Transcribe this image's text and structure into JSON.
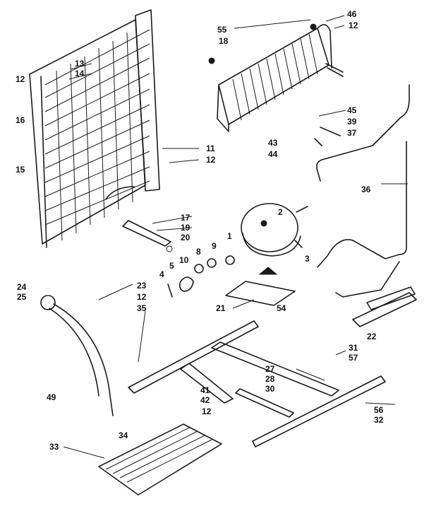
{
  "callouts": [
    {
      "id": "c55",
      "text": "55"
    },
    {
      "id": "c18",
      "text": "18"
    },
    {
      "id": "c46",
      "text": "46"
    },
    {
      "id": "c12a",
      "text": "12"
    },
    {
      "id": "c13",
      "text": "13"
    },
    {
      "id": "c14",
      "text": "14"
    },
    {
      "id": "c12b",
      "text": "12"
    },
    {
      "id": "c16",
      "text": "16"
    },
    {
      "id": "c15",
      "text": "15"
    },
    {
      "id": "c11",
      "text": "11"
    },
    {
      "id": "c12c",
      "text": "12"
    },
    {
      "id": "c45",
      "text": "45"
    },
    {
      "id": "c39",
      "text": "39"
    },
    {
      "id": "c37",
      "text": "37"
    },
    {
      "id": "c43",
      "text": "43"
    },
    {
      "id": "c44",
      "text": "44"
    },
    {
      "id": "c36",
      "text": "36"
    },
    {
      "id": "c2",
      "text": "2"
    },
    {
      "id": "c1",
      "text": "1"
    },
    {
      "id": "c17",
      "text": "17"
    },
    {
      "id": "c19",
      "text": "19"
    },
    {
      "id": "c20",
      "text": "20"
    },
    {
      "id": "c9",
      "text": "9"
    },
    {
      "id": "c8",
      "text": "8"
    },
    {
      "id": "c10",
      "text": "10"
    },
    {
      "id": "c5",
      "text": "5"
    },
    {
      "id": "c4",
      "text": "4"
    },
    {
      "id": "c3",
      "text": "3"
    },
    {
      "id": "c24",
      "text": "24"
    },
    {
      "id": "c25",
      "text": "25"
    },
    {
      "id": "c23",
      "text": "23"
    },
    {
      "id": "c12d",
      "text": "12"
    },
    {
      "id": "c35",
      "text": "35"
    },
    {
      "id": "c21",
      "text": "21"
    },
    {
      "id": "c54",
      "text": "54"
    },
    {
      "id": "c22",
      "text": "22"
    },
    {
      "id": "c31",
      "text": "31"
    },
    {
      "id": "c57",
      "text": "57"
    },
    {
      "id": "c27",
      "text": "27"
    },
    {
      "id": "c28",
      "text": "28"
    },
    {
      "id": "c30",
      "text": "30"
    },
    {
      "id": "c49",
      "text": "49"
    },
    {
      "id": "c41",
      "text": "41"
    },
    {
      "id": "c42",
      "text": "42"
    },
    {
      "id": "c12e",
      "text": "12"
    },
    {
      "id": "c34",
      "text": "34"
    },
    {
      "id": "c56",
      "text": "56"
    },
    {
      "id": "c32",
      "text": "32"
    },
    {
      "id": "c33",
      "text": "33"
    }
  ]
}
